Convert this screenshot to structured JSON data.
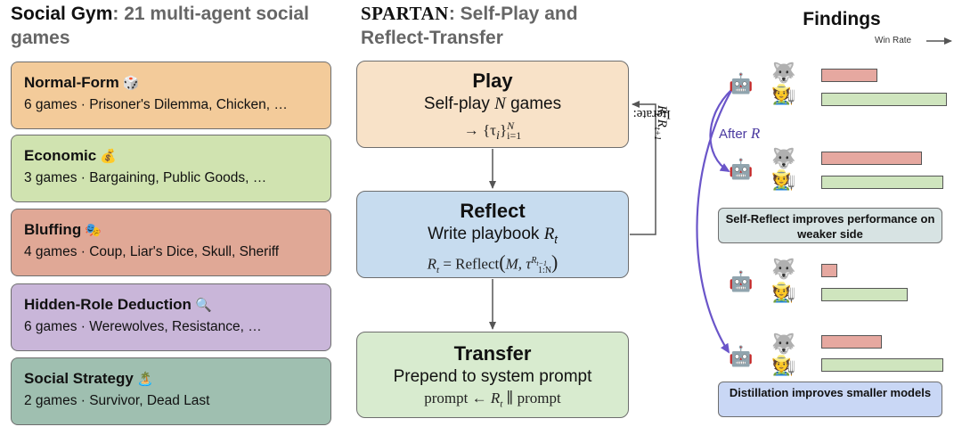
{
  "headings": {
    "gym_strong": "Social Gym",
    "gym_rest": ": 21 multi-agent social games",
    "spartan_brand": "SPARTAN",
    "spartan_rest": ": Self-Play and Reflect-Transfer",
    "findings": "Findings"
  },
  "categories": [
    {
      "title": "Normal-Form",
      "emoji": "🎲",
      "desc": "6 games · Prisoner's Dilemma, Chicken, …",
      "color": "#f3cb9a"
    },
    {
      "title": "Economic",
      "emoji": "💰",
      "desc": "3 games · Bargaining, Public Goods, …",
      "color": "#d0e3b0"
    },
    {
      "title": "Bluffing",
      "emoji": "🎭",
      "desc": "4 games · Coup, Liar's Dice, Skull, Sheriff",
      "color": "#e0a896"
    },
    {
      "title": "Hidden-Role Deduction",
      "emoji": "🔍",
      "desc": "6 games · Werewolves, Resistance, …",
      "color": "#c9b6d9"
    },
    {
      "title": "Social Strategy",
      "emoji": "🏝️",
      "desc": "2 games · Survivor, Dead Last",
      "color": "#9fbfb0"
    }
  ],
  "steps": {
    "play": {
      "title": "Play",
      "line_a": "Self-play",
      "line_var": "N",
      "line_b": "games",
      "math_arrow": "→",
      "math_set": "{τ",
      "math_sub": "i",
      "math_close": "}",
      "math_sup": "N",
      "math_range": "i=1"
    },
    "reflect": {
      "title": "Reflect",
      "line_a": "Write playbook",
      "line_var": "R",
      "line_sub": "t",
      "math_lhs": "R",
      "math_lhs_sub": "t",
      "math_eq": "= Reflect",
      "math_args": "M,  τ",
      "math_tau_sup": "R",
      "math_tau_sup_sub": "t−1",
      "math_tau_sub": "1:N"
    },
    "transfer": {
      "title": "Transfer",
      "line": "Prepend to system prompt",
      "math_prompt": "prompt ←",
      "math_r": "R",
      "math_r_sub": "t",
      "math_rest": "∥ prompt"
    }
  },
  "iterate": {
    "label": "Iterate:",
    "from": "R",
    "from_sub": "t",
    "arrow": "→",
    "to": "R",
    "to_sub": "t+1"
  },
  "findings": {
    "win_rate_label": "Win Rate",
    "after_label": "After",
    "after_var": "R",
    "note_1": "Self-Reflect improves performance on weaker side",
    "note_2": "Distillation improves smaller models",
    "groups": [
      {
        "agents": [
          "robot-teacher",
          "wolf",
          "villager"
        ],
        "red": 0.45,
        "green": 1.0
      },
      {
        "agents": [
          "robot-teacher",
          "wolf",
          "villager"
        ],
        "red": 0.8,
        "green": 0.97
      },
      {
        "agents": [
          "small-robot",
          "wolf",
          "villager"
        ],
        "red": 0.13,
        "green": 0.69
      },
      {
        "agents": [
          "small-robot",
          "wolf",
          "villager"
        ],
        "red": 0.48,
        "green": 0.97
      }
    ]
  },
  "colors": {
    "play": "#f8e2c8",
    "reflect": "#c7dcef",
    "transfer": "#d8ebcf",
    "bar_red": "#e6a8a0",
    "bar_green": "#cfe5be",
    "note_1": "#d7e3e3",
    "note_2": "#c9d7f5",
    "accent": "#6a55c9"
  }
}
